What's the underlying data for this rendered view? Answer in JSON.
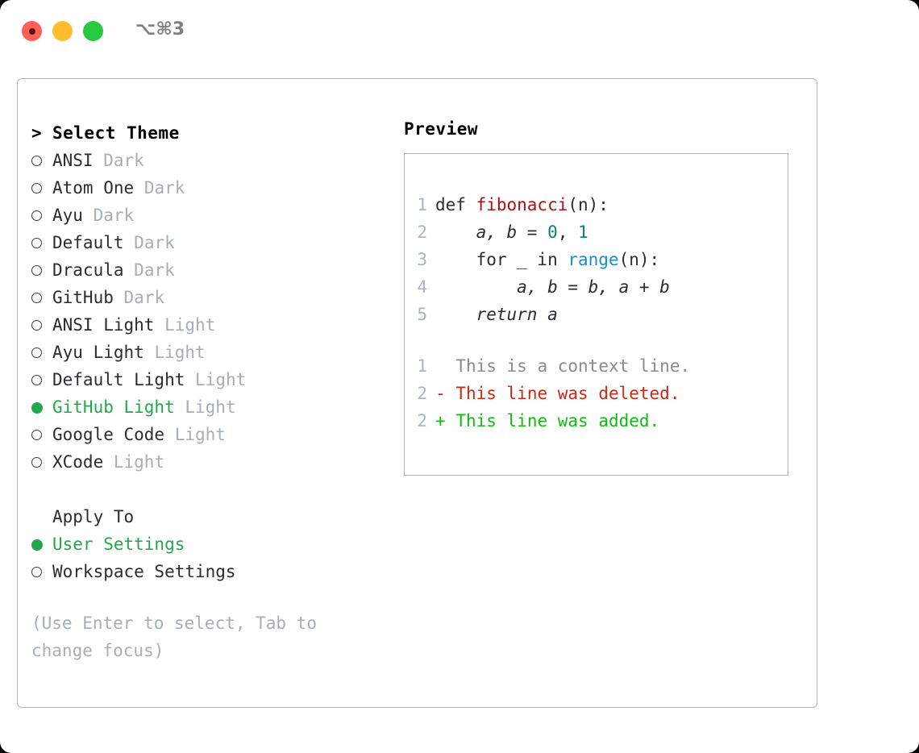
{
  "window": {
    "shortcut_label": "⌥⌘3",
    "traffic_lights": [
      "close",
      "minimize",
      "zoom"
    ]
  },
  "theme_picker": {
    "header_marker": ">",
    "header_label": "Select Theme",
    "items": [
      {
        "marker": "○",
        "name": "ANSI",
        "kind": "Dark",
        "selected": false
      },
      {
        "marker": "○",
        "name": "Atom One",
        "kind": "Dark",
        "selected": false
      },
      {
        "marker": "○",
        "name": "Ayu",
        "kind": "Dark",
        "selected": false
      },
      {
        "marker": "○",
        "name": "Default",
        "kind": "Dark",
        "selected": false
      },
      {
        "marker": "○",
        "name": "Dracula",
        "kind": "Dark",
        "selected": false
      },
      {
        "marker": "○",
        "name": "GitHub",
        "kind": "Dark",
        "selected": false
      },
      {
        "marker": "○",
        "name": "ANSI Light",
        "kind": "Light",
        "selected": false
      },
      {
        "marker": "○",
        "name": "Ayu Light",
        "kind": "Light",
        "selected": false
      },
      {
        "marker": "○",
        "name": "Default Light",
        "kind": "Light",
        "selected": false
      },
      {
        "marker": "●",
        "name": "GitHub Light",
        "kind": "Light",
        "selected": true
      },
      {
        "marker": "○",
        "name": "Google Code",
        "kind": "Light",
        "selected": false
      },
      {
        "marker": "○",
        "name": "XCode",
        "kind": "Light",
        "selected": false
      }
    ]
  },
  "apply_to": {
    "header_label": "Apply To",
    "options": [
      {
        "marker": "●",
        "label": "User Settings",
        "selected": true
      },
      {
        "marker": "○",
        "label": "Workspace Settings",
        "selected": false
      }
    ]
  },
  "hint": {
    "text": "(Use Enter to select, Tab to change focus)"
  },
  "preview": {
    "title": "Preview",
    "code_lines": [
      {
        "no": "1",
        "text": "def fibonacci(n):"
      },
      {
        "no": "2",
        "text": "    a, b = 0, 1"
      },
      {
        "no": "3",
        "text": "    for _ in range(n):"
      },
      {
        "no": "4",
        "text": "        a, b = b, a + b"
      },
      {
        "no": "5",
        "text": "    return a"
      }
    ],
    "code_tokens": {
      "l1_kw": "def ",
      "l1_fn": "fibonacci",
      "l1_rest": "(n):",
      "l2_a": "    a, b = ",
      "l2_zero": "0",
      "l2_sep": ", ",
      "l2_one": "1",
      "l3_a": "    for _ in ",
      "l3_fn": "range",
      "l3_rest": "(n):",
      "l4": "        a, b = b, a + b",
      "l5": "    return a"
    },
    "diff_lines": [
      {
        "no": "1",
        "sign": " ",
        "text": "This is a context line.",
        "type": "context"
      },
      {
        "no": "2",
        "sign": "-",
        "text": "This line was deleted.",
        "type": "deleted"
      },
      {
        "no": "2",
        "sign": "+",
        "text": "This line was added.",
        "type": "added"
      }
    ]
  },
  "colors": {
    "accent_green": "#22a84a",
    "muted": "#a6aebb",
    "border": "#aab4c2",
    "code_fg": "#2b2b33",
    "fn_red": "#a31515",
    "num_teal": "#0d8080",
    "builtin_blue": "#1a8fc4",
    "diff_del": "#c92a17",
    "diff_add": "#12bb12",
    "diff_ctx": "#8a8a92",
    "traffic_red": "#ff5f57",
    "traffic_yellow": "#ffbd2e",
    "traffic_green": "#28c840"
  }
}
